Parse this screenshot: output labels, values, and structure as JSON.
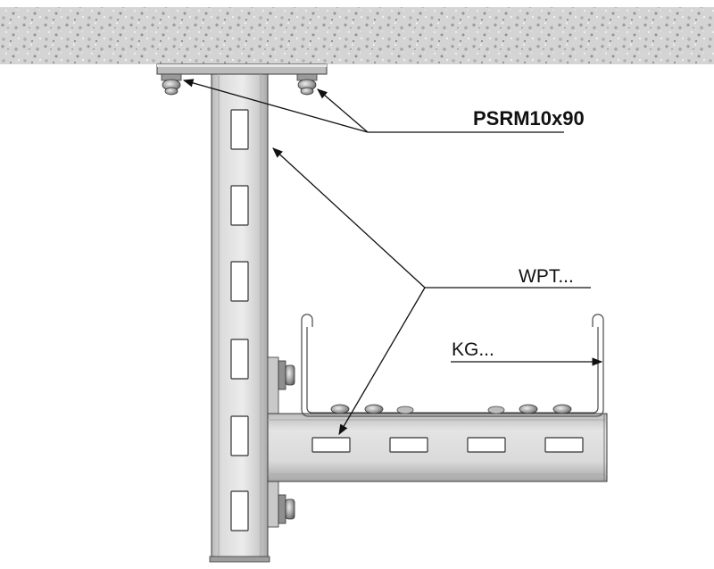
{
  "labels": {
    "anchor": "PSRM10x90",
    "profile": "WPT...",
    "tray": "KG..."
  },
  "colors": {
    "steel_light": "#e2e2e2",
    "steel_mid": "#c4c4c4",
    "steel_dark": "#8c8c8c",
    "outline": "#3a3a3a",
    "leader": "#111111",
    "concrete": "#cfcfcf"
  }
}
